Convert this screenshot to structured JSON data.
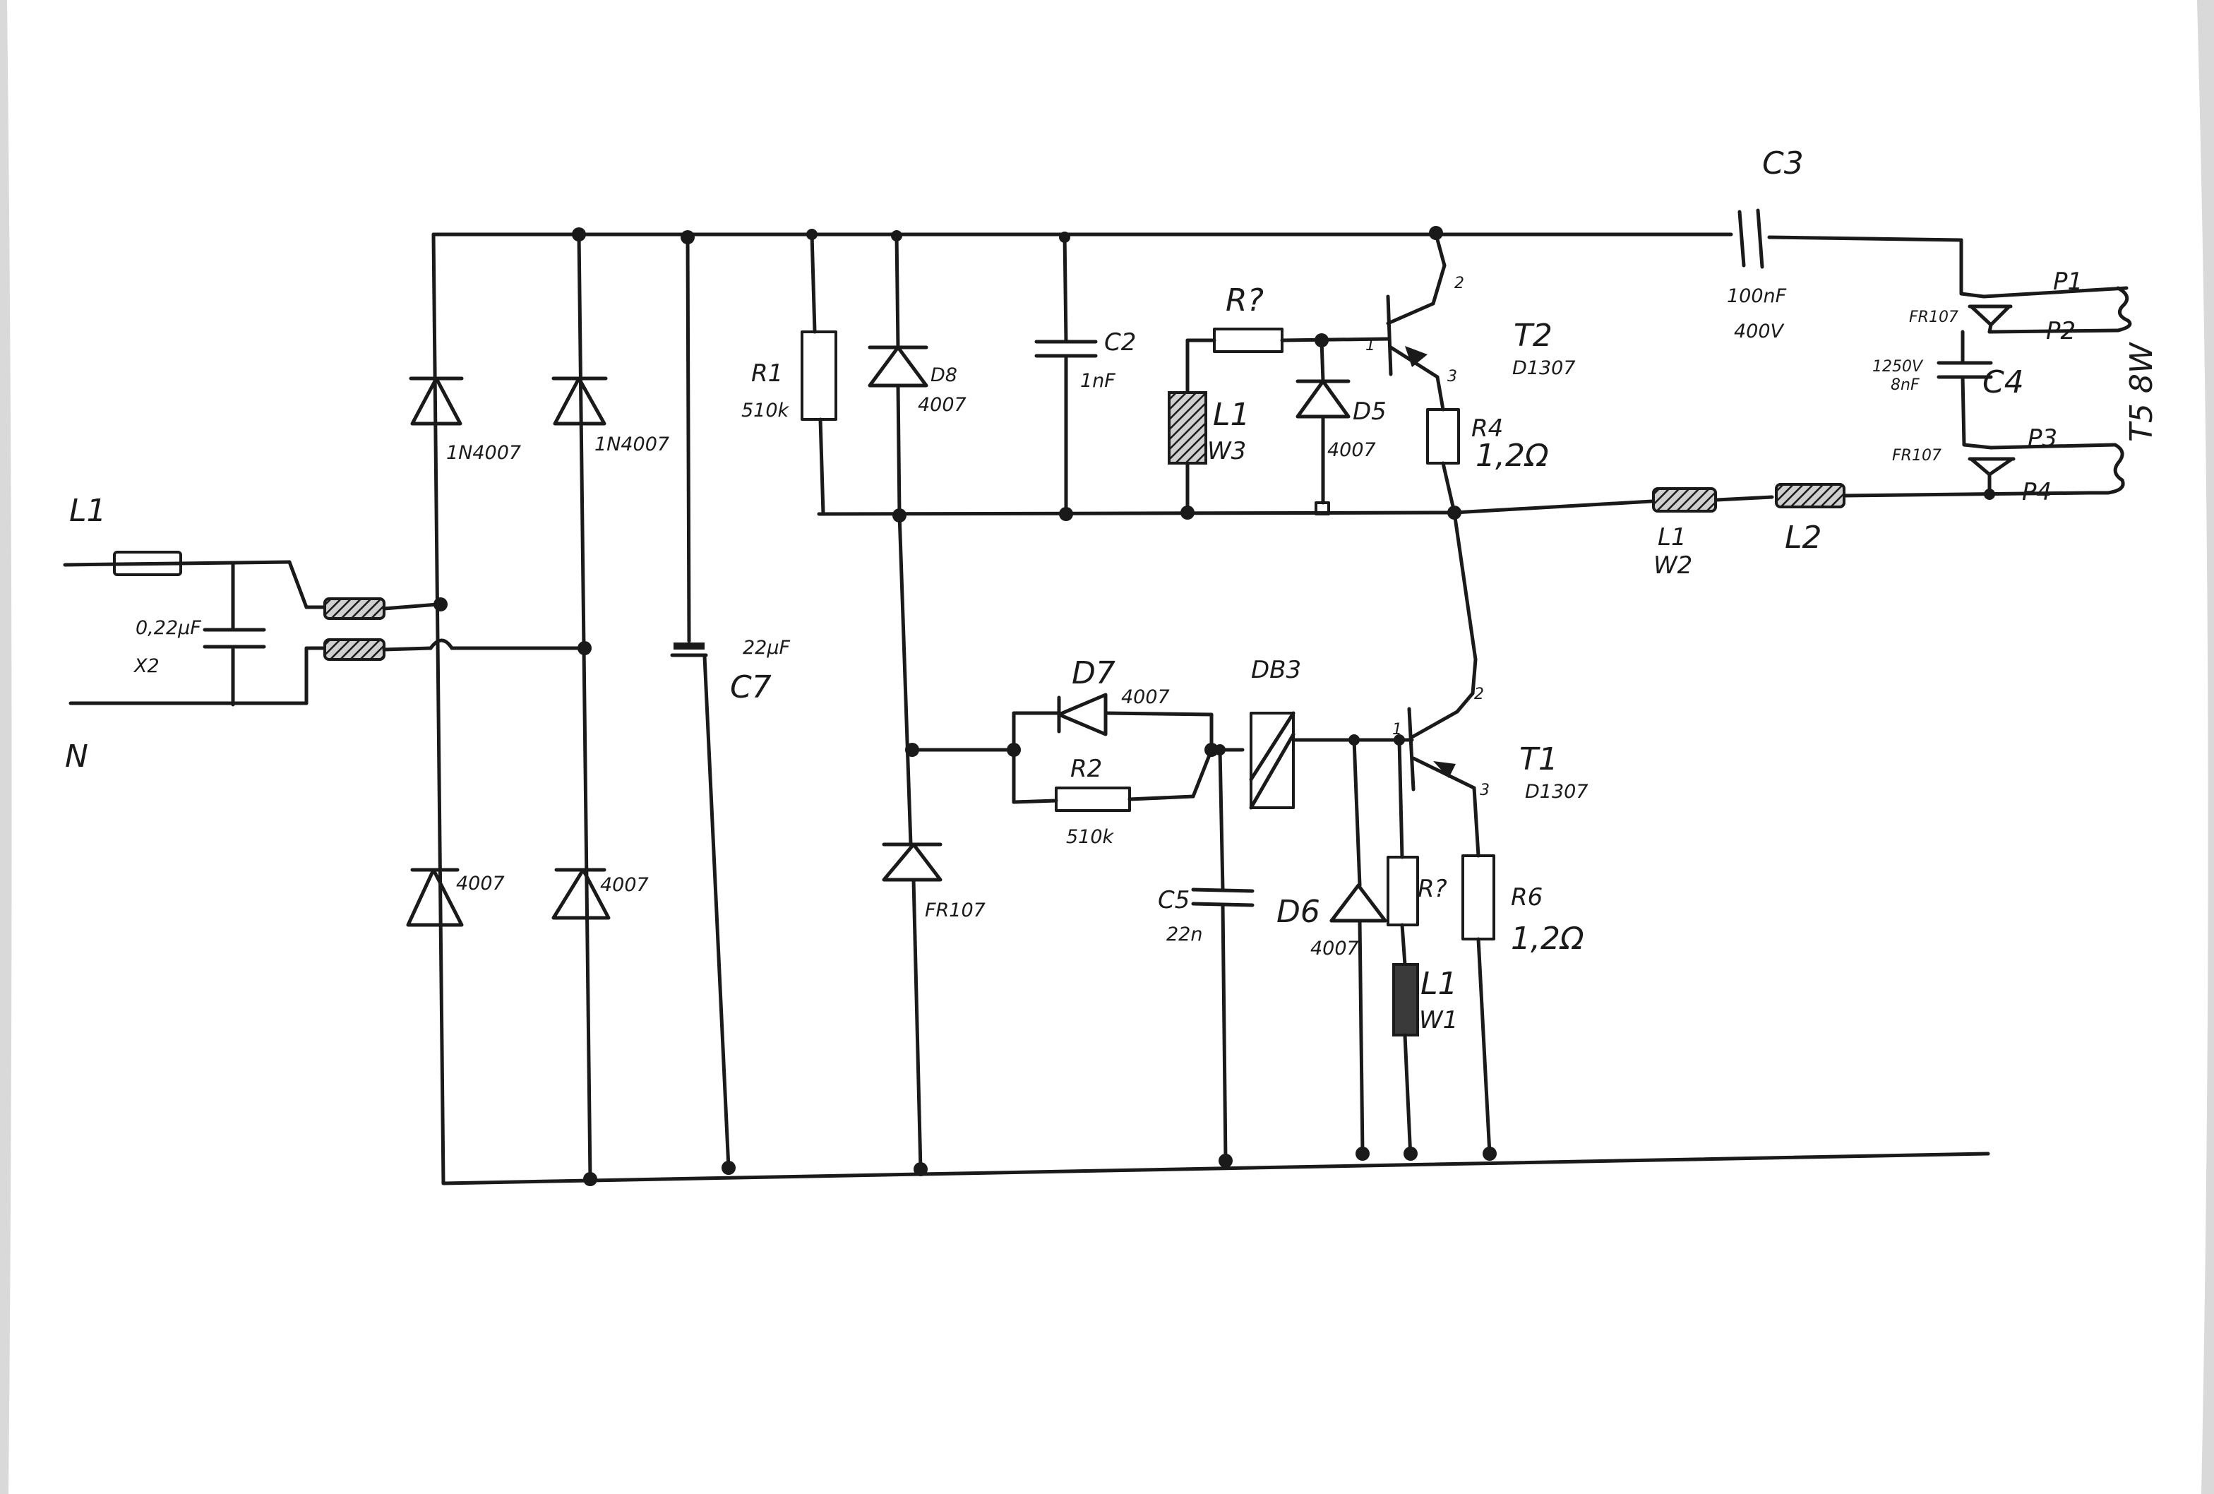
{
  "inputs": {
    "line": "L1",
    "neutral": "N"
  },
  "components": {
    "cx": {
      "value": "0,22µF",
      "type": "X2"
    },
    "bridge_top_left": "1N4007",
    "bridge_top_right": "1N4007",
    "bridge_bot_left": "4007",
    "bridge_bot_right": "4007",
    "c7": {
      "value": "22µF",
      "name": "C7"
    },
    "r1": {
      "name": "R1",
      "value": "510k"
    },
    "d8": {
      "name": "D8",
      "value": "4007"
    },
    "c2": {
      "name": "C2",
      "value": "1nF"
    },
    "r_top": {
      "name": "R?"
    },
    "l1w3": {
      "name": "L1",
      "winding": "W3"
    },
    "d5": {
      "name": "D5",
      "value": "4007"
    },
    "t2": {
      "name": "T2",
      "type": "D1307",
      "pin1": "1",
      "pin2": "2",
      "pin3": "3"
    },
    "r4": {
      "name": "R4",
      "value": "1,2Ω"
    },
    "c3": {
      "name": "C3",
      "value": "100nF",
      "voltage": "400V"
    },
    "fr_top": "FR107",
    "fr_bot": "FR107",
    "c4": {
      "name": "C4",
      "voltage": "1250V",
      "value": "8nF"
    },
    "lamp": {
      "name": "T5 8W",
      "p1": "P1",
      "p2": "P2",
      "p3": "P3",
      "p4": "P4"
    },
    "l1w2": {
      "name": "L1",
      "winding": "W2"
    },
    "l2": {
      "name": "L2"
    },
    "d7": {
      "name": "D7",
      "value": "4007"
    },
    "db3": {
      "name": "DB3"
    },
    "r2": {
      "name": "R2",
      "value": "510k"
    },
    "d_fr": {
      "value": "FR107"
    },
    "c5": {
      "name": "C5",
      "value": "22n"
    },
    "d6": {
      "name": "D6",
      "value": "4007"
    },
    "r_bot": {
      "name": "R?"
    },
    "l1w1": {
      "name": "L1",
      "winding": "W1"
    },
    "t1": {
      "name": "T1",
      "type": "D1307",
      "pin1": "1",
      "pin2": "2",
      "pin3": "3"
    },
    "r6": {
      "name": "R6",
      "value": "1,2Ω"
    }
  }
}
